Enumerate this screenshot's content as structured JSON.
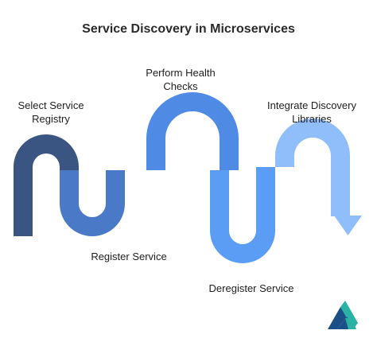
{
  "diagram": {
    "title": "Service Discovery in Microservices",
    "steps": [
      {
        "lines": [
          "Select Service",
          "Registry"
        ],
        "color": "#3a5582"
      },
      {
        "lines": [
          "Register Service"
        ],
        "color": "#4a79c7"
      },
      {
        "lines": [
          "Perform Health",
          "Checks"
        ],
        "color": "#4f8ae5"
      },
      {
        "lines": [
          "Deregister Service"
        ],
        "color": "#5b9cf5"
      },
      {
        "lines": [
          "Integrate Discovery",
          "Libraries"
        ],
        "color": "#8fbefb"
      }
    ],
    "logo": {
      "icon": "logo-icon",
      "colors": [
        "#1b4f86",
        "#2ab3a4"
      ]
    }
  }
}
